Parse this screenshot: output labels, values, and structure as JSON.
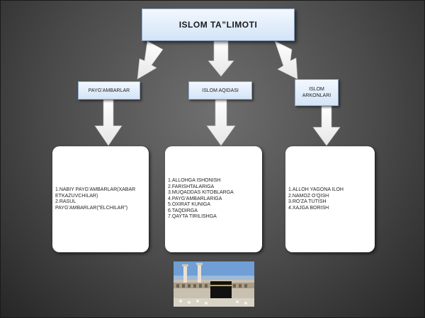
{
  "title": "ISLOM TA”LIMOTI",
  "categories": [
    {
      "label": "PAYG’AMBARLAR"
    },
    {
      "label": "ISLOM AQIDASI"
    },
    {
      "label": "ISLOM ARKONLARI"
    }
  ],
  "cards": [
    {
      "items": [
        "1.NABIY PAYG’AMBARLAR(XABAR ETKAZUVCHILAR)",
        "2.RASUL PAYG’AMBARLAR(”ELCHILAR”)"
      ]
    },
    {
      "items": [
        "1.ALLOHGA ISHONISH",
        "2.FARISHTALARIGA",
        "3.MUQADDAS KITOBLARGA",
        "4.PAYG’AMBARLARIGA",
        "5.OXIRAT KUNIGA",
        "6.TAQDIRGA",
        "7.QAYTA TIRILISHGA"
      ]
    },
    {
      "items": [
        "1.ALLOH YAGONA ILOH",
        "2.NAMOZ O’QISH",
        "3.RO’ZA TUTISH",
        "4.XAJGA BORISH"
      ]
    }
  ],
  "colors": {
    "box_fill": "#dfeaf8",
    "box_border": "#8aa4c4",
    "arrow_fill": "#ffffff"
  },
  "image": {
    "icon": "kaaba-photo"
  }
}
